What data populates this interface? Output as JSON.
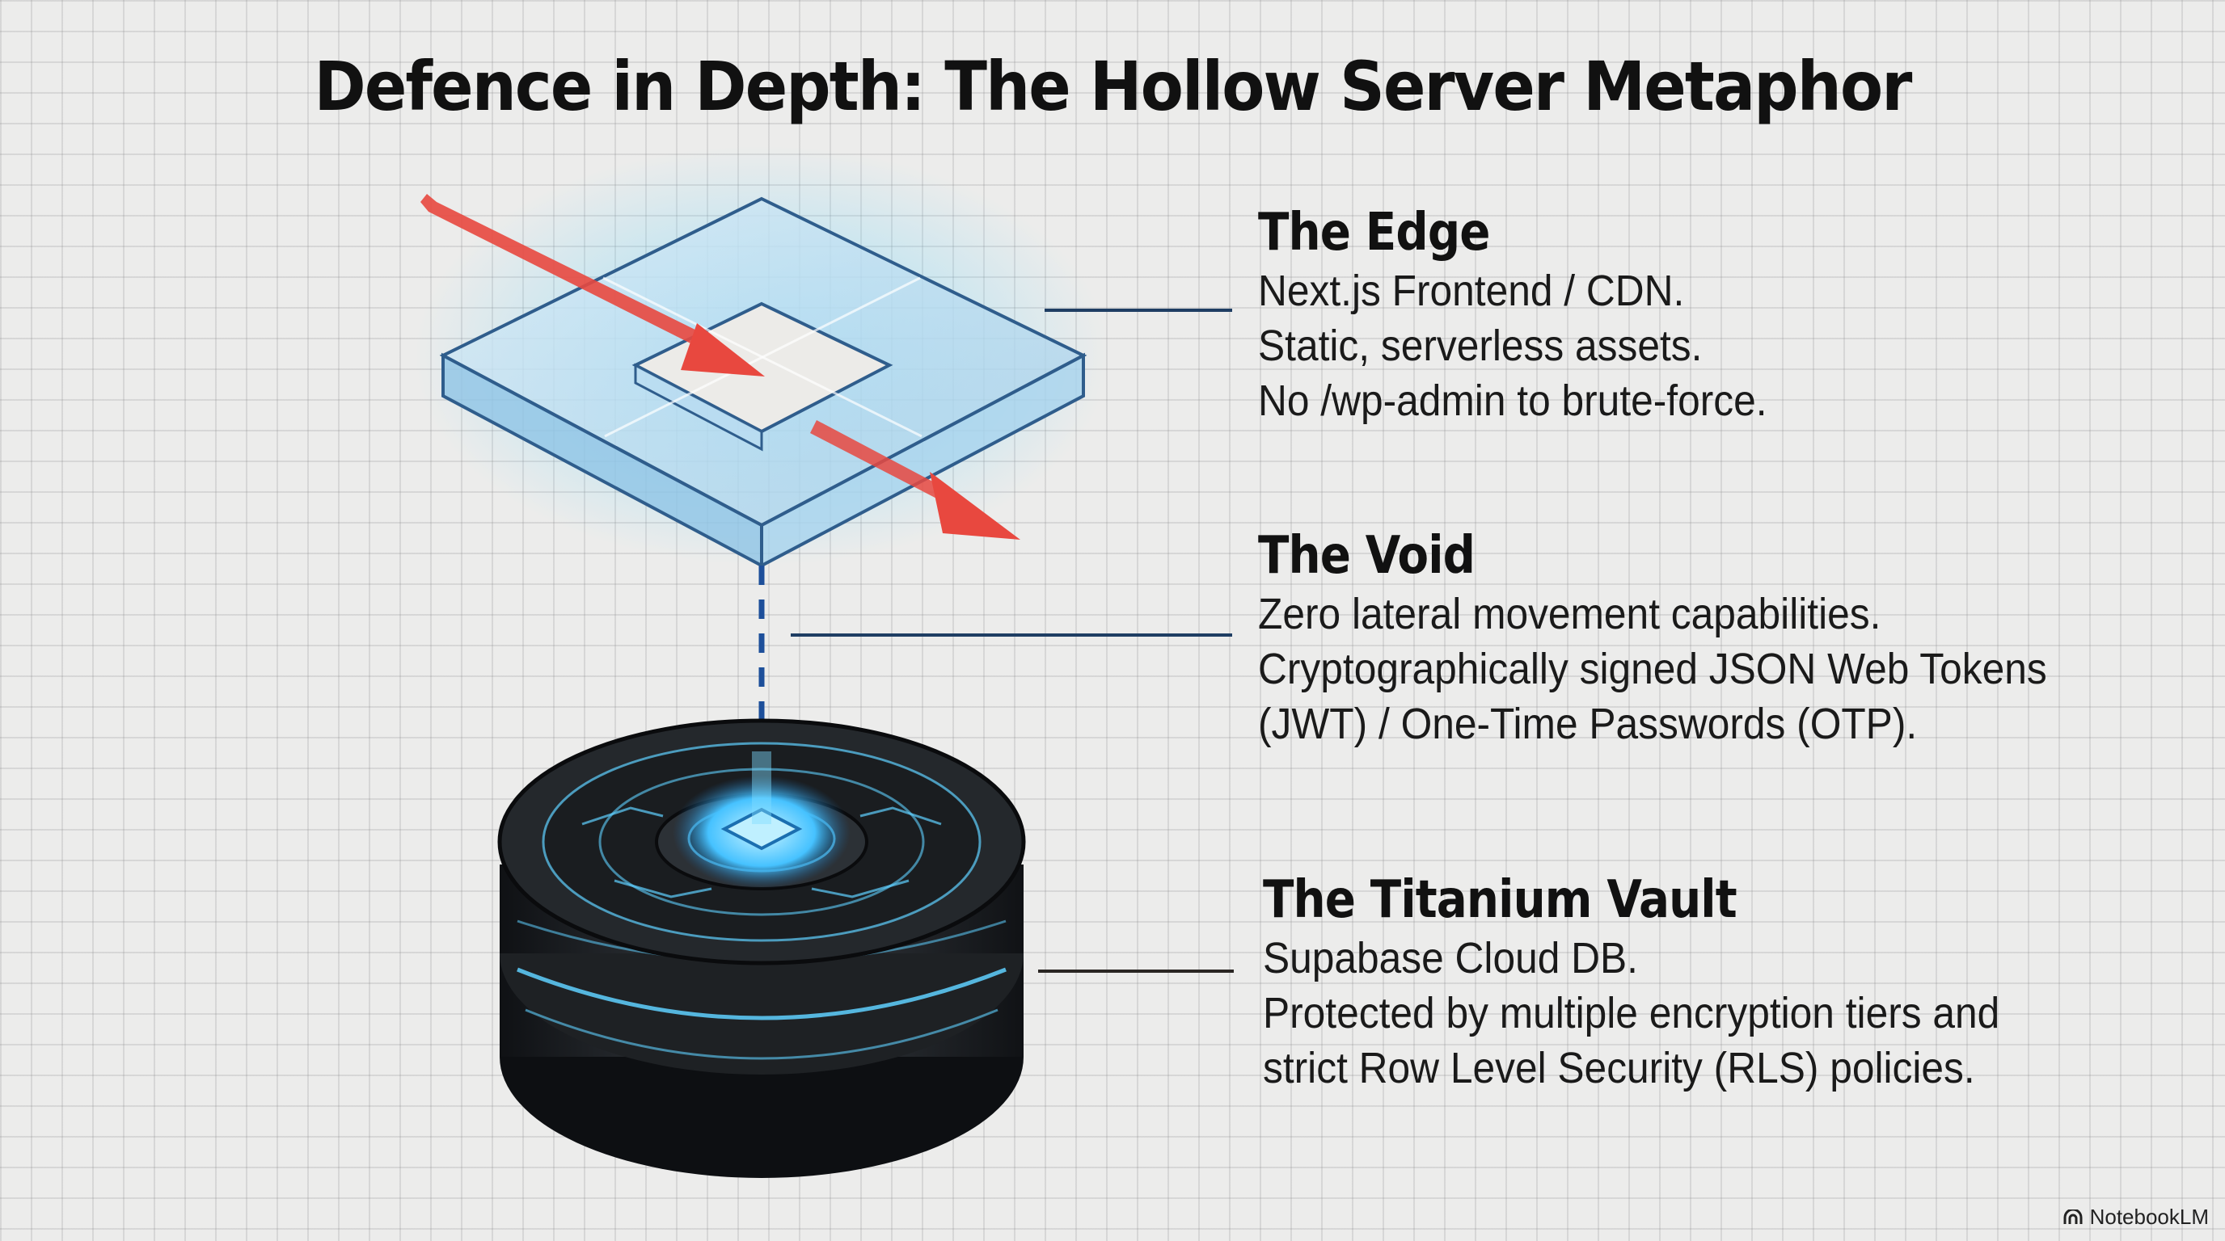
{
  "title": "Defence in Depth: The Hollow Server Metaphor",
  "layers": [
    {
      "heading": "The Edge",
      "lines": [
        "Next.js Frontend / CDN.",
        "Static, serverless assets.",
        "No /wp-admin to brute-force."
      ]
    },
    {
      "heading": "The Void",
      "lines": [
        "Zero lateral movement capabilities.",
        "Cryptographically signed JSON Web Tokens",
        "(JWT) / One-Time Passwords (OTP)."
      ]
    },
    {
      "heading": "The Titanium Vault",
      "lines": [
        "Supabase Cloud DB.",
        "Protected by multiple encryption tiers and",
        "strict Row Level Security (RLS) policies."
      ]
    }
  ],
  "brand": {
    "label": "NotebookLM",
    "icon": "notebooklm-logo-icon"
  },
  "colors": {
    "arrow": "#e8483f",
    "glass": "#a9d6f2",
    "glass_edge": "#2f5d8c",
    "glow": "#4fc3ff",
    "vault_body": "#1e2124",
    "vault_circuit": "#5fd0ff",
    "leader_line": "#1f3e63"
  }
}
